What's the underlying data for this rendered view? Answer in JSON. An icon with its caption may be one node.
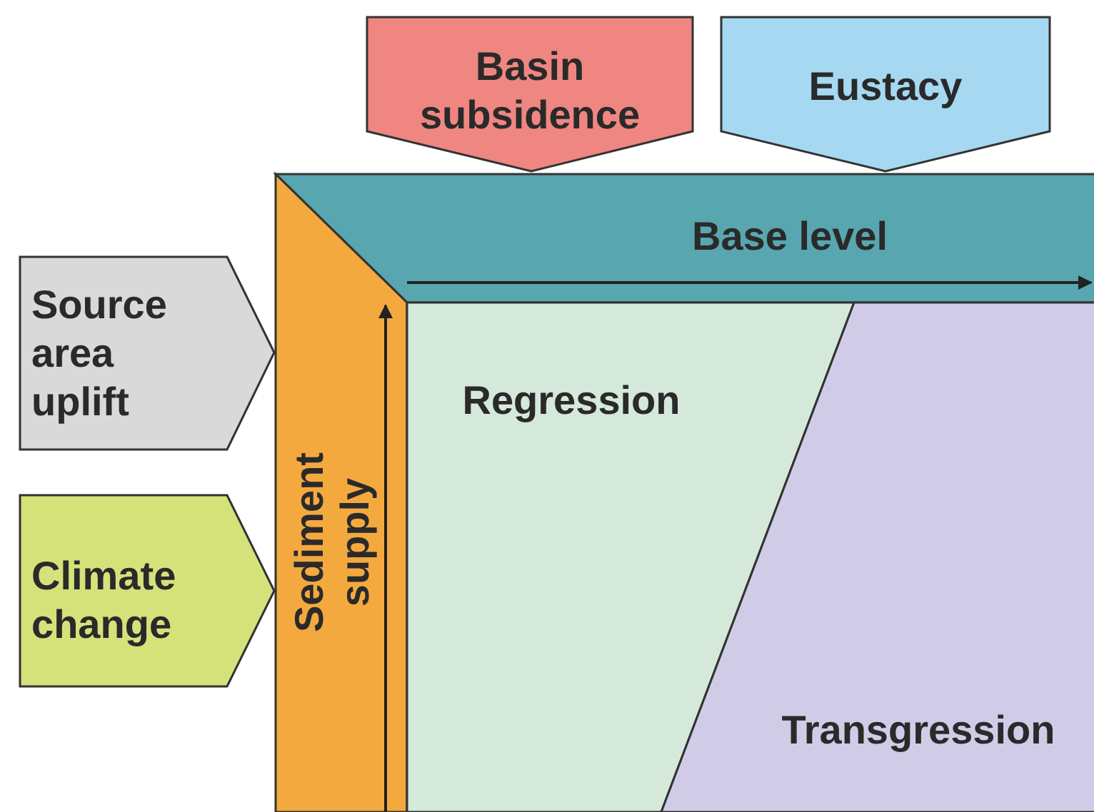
{
  "diagram": {
    "nodes": [
      {
        "text": [
          "Basin subsidence"
        ]
      },
      {
        "text": [
          "Eustacy"
        ]
      },
      {
        "text": [
          "Source area uplift"
        ]
      },
      {
        "text": [
          "Climate change"
        ]
      },
      {
        "text": [
          "Base level"
        ]
      },
      {
        "text": [
          "Sediment supply"
        ]
      },
      {
        "text": [
          "Regression"
        ]
      },
      {
        "text": [
          "Transgression"
        ]
      }
    ]
  }
}
